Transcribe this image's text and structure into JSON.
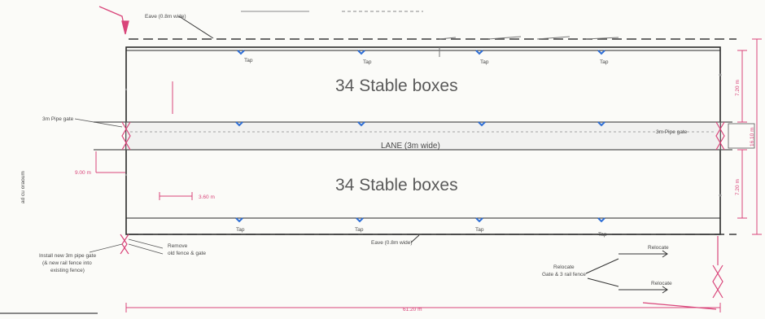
{
  "labels": {
    "eave_top": "Eave (0.8m wide)",
    "eave_bottom": "Eave (0.8m wide)",
    "stable_top": "34 Stable boxes",
    "stable_bottom": "34 Stable boxes",
    "lane": "LANE (3m wide)",
    "pipe_gate_left": "3m Pipe gate",
    "pipe_gate_right": "3m Pipe gate",
    "install_gate_1": "Install new 3m pipe gate",
    "install_gate_2": "(& new rail fence into",
    "install_gate_3": "existing fence)",
    "remove_1": "Remove",
    "remove_2": "old fence & gate",
    "relocate_gate_1": "Relocate",
    "relocate_gate_2": "Gate & 3 rail fence",
    "relocate_1": "Relocate",
    "relocate_2": "Relocate",
    "side_label": "ad cu oraoum",
    "tap": "Tap"
  },
  "dimensions": {
    "dim_height_top": "7.20 m",
    "dim_height_total": "16.10 m",
    "dim_height_bottom": "7.20 m",
    "dim_left": "9.00 m",
    "dim_box_width": "3.60 m",
    "dim_total_length": "61.20 m"
  },
  "colors": {
    "line": "#3a3a3a",
    "dimension": "#d9457a",
    "tap": "#2f6fd6"
  }
}
